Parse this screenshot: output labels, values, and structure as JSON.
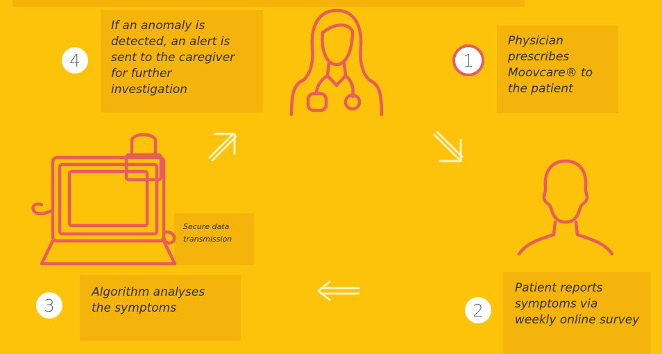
{
  "steps": [
    {
      "number": "1",
      "text": "Physician prescribes Moovcare® to the patient",
      "lines": [
        "Physician",
        "prescribes",
        "Moovcare® to",
        "the patient"
      ]
    },
    {
      "number": "2",
      "text": "Patient reports symptoms via weekly online survey",
      "lines": [
        "Patient reports",
        "symptoms via",
        "weekly online survey"
      ]
    },
    {
      "number": "3",
      "text": "Algorithm analyses the symptoms",
      "lines": [
        "Algorithm analyses",
        "the symptoms"
      ]
    },
    {
      "number": "4",
      "text": "If an anomaly is detected, an alert is sent to the caregiver for further investigation",
      "lines": [
        "If an anomaly is",
        "detected, an alert is",
        "sent to the caregiver",
        "for further",
        "investigation"
      ]
    }
  ],
  "transmission_label": [
    "Secure data",
    "transmission"
  ],
  "icons": [
    "physician-icon",
    "patient-icon",
    "laptop-lock-icon"
  ],
  "colors": {
    "background": "#fdc30a",
    "box": "#f5b40b",
    "icon": "#e85c5a",
    "accent_ring": "#e85c5a"
  }
}
